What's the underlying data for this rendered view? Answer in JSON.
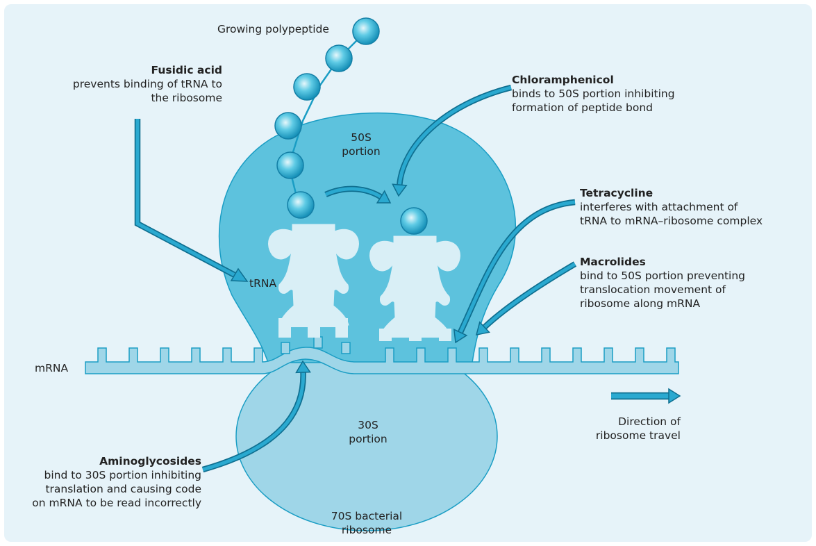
{
  "figure": {
    "polypeptide_label": "Growing polypeptide",
    "subunit_50s": {
      "line1": "50S",
      "line2": "portion"
    },
    "subunit_30s": {
      "line1": "30S",
      "line2": "portion"
    },
    "trna_label": "tRNA",
    "mrna_label": "mRNA",
    "ribosome_label": {
      "line1": "70S bacterial",
      "line2": "ribosome"
    },
    "direction_label": {
      "line1": "Direction of",
      "line2": "ribosome travel"
    },
    "colors": {
      "background": "#e6f3f9",
      "subunit_50s": "#5dc2dd",
      "subunit_30s": "#9fd6e8",
      "mrna": "#9fd6e8",
      "trna": "#d9eff6",
      "arrow": "#1a9dc4",
      "amino_acid": "#27abd2"
    }
  },
  "antibiotics": {
    "fusidic_acid": {
      "name": "Fusidic acid",
      "desc1": "prevents binding of tRNA to",
      "desc2": "the ribosome"
    },
    "chloramphenicol": {
      "name": "Chloramphenicol",
      "desc1": "binds to 50S portion inhibiting",
      "desc2": "formation of peptide bond"
    },
    "tetracycline": {
      "name": "Tetracycline",
      "desc1": "interferes with attachment of",
      "desc2": "tRNA to mRNA–ribosome complex"
    },
    "macrolides": {
      "name": "Macrolides",
      "desc1": "bind to 50S portion preventing",
      "desc2": "translocation movement of",
      "desc3": "ribosome along mRNA"
    },
    "aminoglycosides": {
      "name": "Aminoglycosides",
      "desc1": "bind to 30S portion inhibiting",
      "desc2": "translation and causing code",
      "desc3": "on mRNA to be read incorrectly"
    }
  }
}
